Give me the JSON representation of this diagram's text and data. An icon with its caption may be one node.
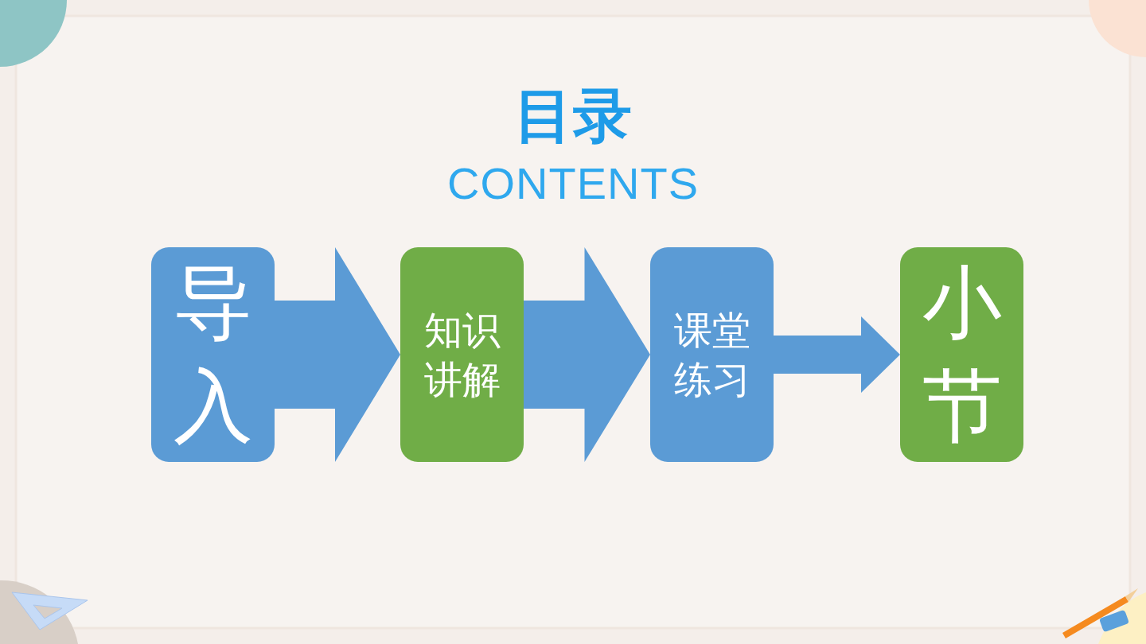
{
  "diagram": {
    "title": "目录",
    "nodes": [
      {
        "text": [
          "导入"
        ]
      },
      {
        "text": [
          "知识讲解"
        ]
      },
      {
        "text": [
          "课堂练习"
        ]
      },
      {
        "text": [
          "小节"
        ]
      }
    ],
    "edges": [
      {
        "from": 0,
        "to": 1,
        "arrow": "to",
        "style": "thick"
      },
      {
        "from": 1,
        "to": 2,
        "arrow": "to",
        "style": "thick"
      },
      {
        "from": 2,
        "to": 3,
        "arrow": "to"
      }
    ],
    "labels": [
      "CONTENTS"
    ]
  }
}
